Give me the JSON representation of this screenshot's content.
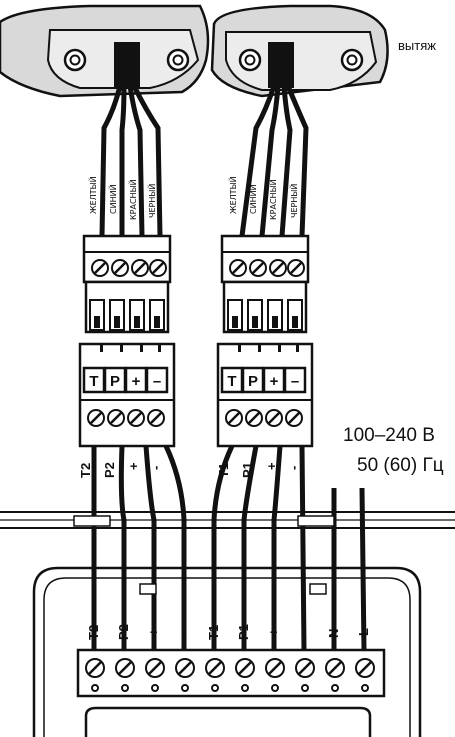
{
  "caption_top_right": "вытяж",
  "supply_voltage": "100–240 В",
  "supply_frequency": "50 (60) Гц",
  "wire_colors": [
    "ЖЕЛТЫЙ",
    "СИНИЙ",
    "КРАСНЫЙ",
    "ЧЕРНЫЙ"
  ],
  "terminal_symbols": [
    "T",
    "P",
    "+",
    "–"
  ],
  "left_drop_labels": [
    "T2",
    "P2",
    "+",
    "-"
  ],
  "right_drop_labels": [
    "T1",
    "P1",
    "+",
    "-"
  ],
  "bottom_terminal_labels": [
    "T2",
    "P2",
    "+",
    "-",
    "T1",
    "P1",
    "+",
    "-",
    "N",
    "L"
  ],
  "colors": {
    "ink": "#111111",
    "housing": "#d9d9d9",
    "paper": "#ffffff"
  }
}
